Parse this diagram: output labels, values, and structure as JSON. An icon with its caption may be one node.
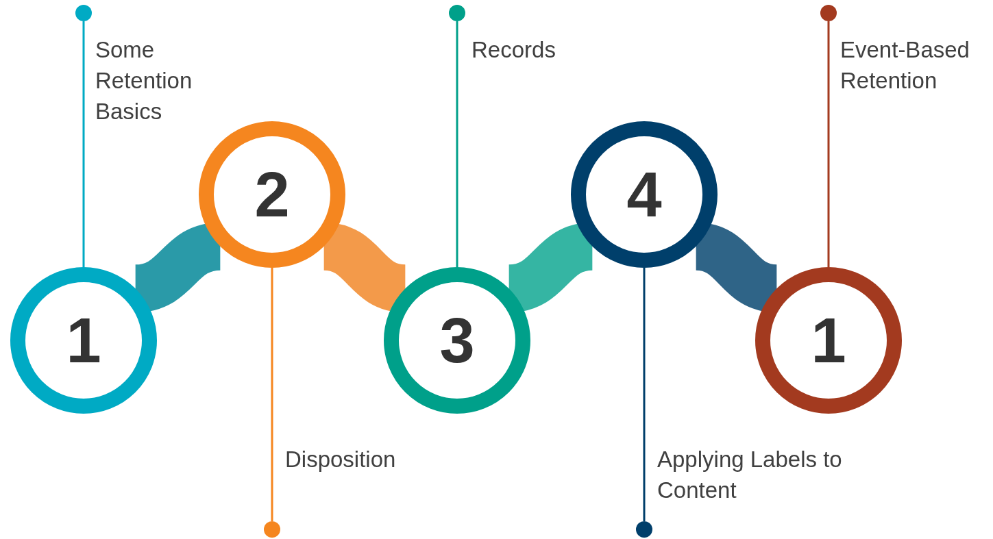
{
  "diagram": {
    "nodes": [
      {
        "text": [
          "1"
        ]
      },
      {
        "text": [
          "2"
        ]
      },
      {
        "text": [
          "3"
        ]
      },
      {
        "text": [
          "4"
        ]
      },
      {
        "text": [
          "1"
        ]
      },
      {
        "text": [],
        "shape": "circle",
        "beside": [
          "Some Retention Basics"
        ]
      },
      {
        "text": [],
        "shape": "circle",
        "beside": [
          "Disposition"
        ]
      },
      {
        "text": [],
        "shape": "circle",
        "beside": [
          "Records"
        ]
      },
      {
        "text": [],
        "shape": "circle",
        "beside": [
          "Applying Labels to Content"
        ]
      },
      {
        "text": [],
        "shape": "circle",
        "beside": [
          "Event-Based Retention"
        ]
      }
    ],
    "edges": [
      {
        "from": 0,
        "to": 1,
        "arrow": "none",
        "style": "thick",
        "color": "#2a9aa8"
      },
      {
        "from": 1,
        "to": 2,
        "arrow": "none",
        "style": "thick",
        "color": "#f39a4a"
      },
      {
        "from": 2,
        "to": 3,
        "arrow": "none",
        "style": "thick",
        "color": "#35b5a3"
      },
      {
        "from": 3,
        "to": 4,
        "arrow": "none",
        "style": "thick",
        "color": "#2f6487"
      },
      {
        "from": 0,
        "to": 5,
        "arrow": "none",
        "color": "#00aac4"
      },
      {
        "from": 1,
        "to": 6,
        "arrow": "none",
        "color": "#f5861f"
      },
      {
        "from": 2,
        "to": 7,
        "arrow": "none",
        "color": "#00a08a"
      },
      {
        "from": 3,
        "to": 8,
        "arrow": "none",
        "color": "#003f6b"
      },
      {
        "from": 4,
        "to": 9,
        "arrow": "none",
        "color": "#a33a1f"
      }
    ]
  }
}
